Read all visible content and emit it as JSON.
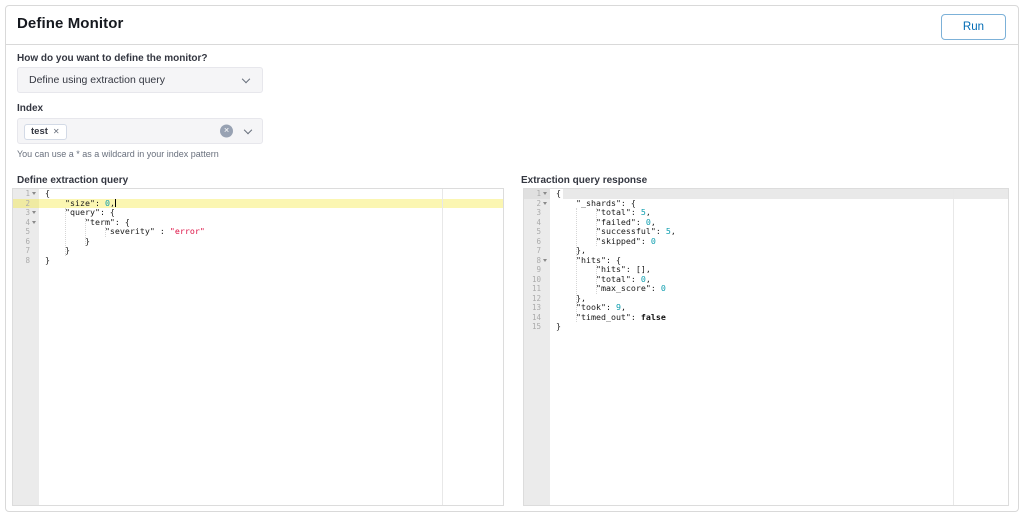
{
  "panel": {
    "title": "Define Monitor",
    "run_button": "Run"
  },
  "form": {
    "monitor_type": {
      "label": "How do you want to define the monitor?",
      "value": "Define using extraction query"
    },
    "index": {
      "label": "Index",
      "selected": [
        {
          "label": "test"
        }
      ],
      "help": "You can use a * as a wildcard in your index pattern"
    }
  },
  "editors": {
    "query": {
      "label": "Define extraction query",
      "lines": [
        {
          "n": 1,
          "fold": true,
          "seg": [
            [
              "{",
              "p"
            ]
          ]
        },
        {
          "n": 2,
          "active": true,
          "cursor": true,
          "seg": [
            [
              "    \"size\": ",
              "p"
            ],
            [
              "0",
              "n"
            ],
            [
              ",",
              "p"
            ]
          ]
        },
        {
          "n": 3,
          "fold": true,
          "seg": [
            [
              "    \"query\": {",
              "p"
            ]
          ]
        },
        {
          "n": 4,
          "fold": true,
          "seg": [
            [
              "        \"term\": {",
              "p"
            ]
          ]
        },
        {
          "n": 5,
          "seg": [
            [
              "            \"severity\" : ",
              "p"
            ],
            [
              "\"error\"",
              "s"
            ]
          ]
        },
        {
          "n": 6,
          "seg": [
            [
              "        }",
              "p"
            ]
          ]
        },
        {
          "n": 7,
          "seg": [
            [
              "    }",
              "p"
            ]
          ]
        },
        {
          "n": 8,
          "seg": [
            [
              "}",
              "p"
            ]
          ]
        }
      ],
      "guides": [
        {
          "col": 4,
          "from": 3,
          "to": 7
        },
        {
          "col": 8,
          "from": 4,
          "to": 6
        },
        {
          "col": 12,
          "from": 5,
          "to": 5
        }
      ]
    },
    "response": {
      "label": "Extraction query response",
      "lines": [
        {
          "n": 1,
          "fold": true,
          "strip": true,
          "shade": true,
          "seg": [
            [
              "{",
              "p"
            ]
          ]
        },
        {
          "n": 2,
          "fold": true,
          "seg": [
            [
              "    \"_shards\": {",
              "p"
            ]
          ]
        },
        {
          "n": 3,
          "seg": [
            [
              "        \"total\": ",
              "p"
            ],
            [
              "5",
              "n"
            ],
            [
              ",",
              "p"
            ]
          ]
        },
        {
          "n": 4,
          "seg": [
            [
              "        \"failed\": ",
              "p"
            ],
            [
              "0",
              "n"
            ],
            [
              ",",
              "p"
            ]
          ]
        },
        {
          "n": 5,
          "seg": [
            [
              "        \"successful\": ",
              "p"
            ],
            [
              "5",
              "n"
            ],
            [
              ",",
              "p"
            ]
          ]
        },
        {
          "n": 6,
          "seg": [
            [
              "        \"skipped\": ",
              "p"
            ],
            [
              "0",
              "n"
            ]
          ]
        },
        {
          "n": 7,
          "seg": [
            [
              "    },",
              "p"
            ]
          ]
        },
        {
          "n": 8,
          "fold": true,
          "seg": [
            [
              "    \"hits\": {",
              "p"
            ]
          ]
        },
        {
          "n": 9,
          "seg": [
            [
              "        \"hits\": [],",
              "p"
            ]
          ]
        },
        {
          "n": 10,
          "seg": [
            [
              "        \"total\": ",
              "p"
            ],
            [
              "0",
              "n"
            ],
            [
              ",",
              "p"
            ]
          ]
        },
        {
          "n": 11,
          "seg": [
            [
              "        \"max_score\": ",
              "p"
            ],
            [
              "0",
              "n"
            ]
          ]
        },
        {
          "n": 12,
          "seg": [
            [
              "    },",
              "p"
            ]
          ]
        },
        {
          "n": 13,
          "seg": [
            [
              "    \"took\": ",
              "p"
            ],
            [
              "9",
              "n"
            ],
            [
              ",",
              "p"
            ]
          ]
        },
        {
          "n": 14,
          "seg": [
            [
              "    \"timed_out\": ",
              "p"
            ],
            [
              "false",
              "b"
            ]
          ]
        },
        {
          "n": 15,
          "seg": [
            [
              "}",
              "p"
            ]
          ]
        }
      ],
      "guides": [
        {
          "col": 4,
          "from": 3,
          "to": 14
        },
        {
          "col": 8,
          "from": 3,
          "to": 6
        },
        {
          "col": 8,
          "from": 9,
          "to": 11
        }
      ]
    }
  },
  "colors": {
    "accent": "#006BB4",
    "run-border": "#7CB1D8",
    "tok-num": "#0C9DAE",
    "tok-str": "#DD1144",
    "active-line": "#FBF6B2",
    "active-gutter": "#EFEAA2",
    "gutter-bg": "#EBEBEB",
    "strip": "#E9E9E9"
  }
}
